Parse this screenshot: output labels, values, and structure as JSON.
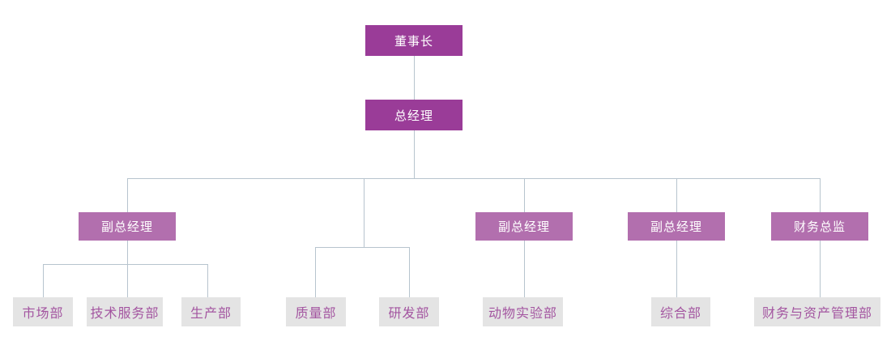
{
  "palette": {
    "executive_fill": "#9A3C98",
    "executive_text": "#FFFFFF",
    "manager_fill": "#B26FAE",
    "manager_text": "#FFFFFF",
    "department_fill": "#E4E4E4",
    "department_text": "#A355A0",
    "connector": "#B7C4CE",
    "background": "#FFFFFF"
  },
  "org_chart": {
    "nodes": [
      {
        "id": "chairman",
        "label": "董事长",
        "level": "executive",
        "reports_to": null
      },
      {
        "id": "general-manager",
        "label": "总经理",
        "level": "executive",
        "reports_to": "chairman"
      },
      {
        "id": "deputy-gm-1",
        "label": "副总经理",
        "level": "manager",
        "reports_to": "general-manager"
      },
      {
        "id": "deputy-gm-2",
        "label": "副总经理",
        "level": "manager",
        "reports_to": "general-manager"
      },
      {
        "id": "deputy-gm-3",
        "label": "副总经理",
        "level": "manager",
        "reports_to": "general-manager"
      },
      {
        "id": "finance-director",
        "label": "财务总监",
        "level": "manager",
        "reports_to": "general-manager"
      },
      {
        "id": "dept-marketing",
        "label": "市场部",
        "level": "department",
        "reports_to": "deputy-gm-1"
      },
      {
        "id": "dept-technical-service",
        "label": "技术服务部",
        "level": "department",
        "reports_to": "deputy-gm-1"
      },
      {
        "id": "dept-production",
        "label": "生产部",
        "level": "department",
        "reports_to": "deputy-gm-1"
      },
      {
        "id": "dept-quality",
        "label": "质量部",
        "level": "department",
        "reports_to": "general-manager"
      },
      {
        "id": "dept-rnd",
        "label": "研发部",
        "level": "department",
        "reports_to": "general-manager"
      },
      {
        "id": "dept-animal-lab",
        "label": "动物实验部",
        "level": "department",
        "reports_to": "deputy-gm-2"
      },
      {
        "id": "dept-general-affairs",
        "label": "综合部",
        "level": "department",
        "reports_to": "deputy-gm-3"
      },
      {
        "id": "dept-finance-asset",
        "label": "财务与资产管理部",
        "level": "department",
        "reports_to": "finance-director"
      }
    ]
  }
}
